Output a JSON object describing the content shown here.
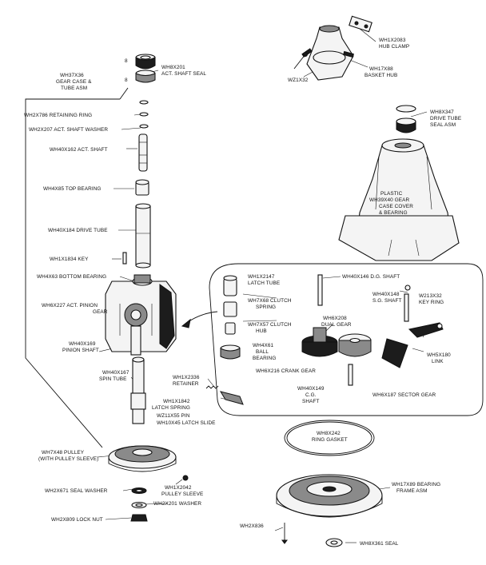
{
  "labels": {
    "gear_case": [
      "WH37X36",
      "GEAR CASE &",
      "TUBE ASM"
    ],
    "act_shaft_seal": [
      "WH8X201",
      "ACT. SHAFT SEAL"
    ],
    "retaining_ring": "WH2X786 RETAINING RING",
    "act_shaft_washer": "WH2X207 ACT. SHAFT WASHER",
    "act_shaft": "WH40X162 ACT. SHAFT",
    "top_bearing": "WH4X85 TOP BEARING",
    "drive_tube": "WH40X184 DRIVE TUBE",
    "key": "WH1X1834 KEY",
    "bottom_bearing": "WH4X63 BOTTOM BEARING",
    "act_pinion_gear": [
      "WH6X227 ACT. PINION",
      "GEAR"
    ],
    "pinion_shaft": [
      "WH40X169",
      "PINION SHAFT"
    ],
    "spin_tube": [
      "WH40X167",
      "SPIN TUBE"
    ],
    "pulley": [
      "WH7X48 PULLEY",
      "(WITH PULLEY SLEEVE)"
    ],
    "seal_washer": "WH2X671 SEAL WASHER",
    "lock_nut": "WH2X809 LOCK NUT",
    "pulley_sleeve": [
      "WH1X2042",
      "PULLEY SLEEVE"
    ],
    "washer_201": "WH2X201 WASHER",
    "hub_clamp": [
      "WH1X2083",
      "HUB CLAMP"
    ],
    "basket_hub": [
      "WH17X88",
      "BASKET HUB"
    ],
    "wz1x32": "WZ1X32",
    "drive_tube_seal": [
      "WH8X347",
      "DRIVE TUBE",
      "SEAL ASM"
    ],
    "gear_case_cover": [
      "PLASTIC",
      "WH39X40 GEAR",
      "CASE COVER",
      "& BEARING"
    ],
    "latch_tube": [
      "WH1X2147",
      "LATCH TUBE"
    ],
    "clutch_spring": [
      "WH7X68 CLUTCH",
      "SPRING"
    ],
    "clutch_hub": [
      "WH7X57 CLUTCH",
      "HUB"
    ],
    "ball_bearing": [
      "WH4X61",
      "BALL",
      "BEARING"
    ],
    "dg_shaft": "WH40X146 D.G. SHAFT",
    "sg_shaft": [
      "WH40X148",
      "S.G. SHAFT"
    ],
    "key_ring": [
      "W213X32",
      "KEY RING"
    ],
    "dual_gear": [
      "WH6X208",
      "DUAL GEAR"
    ],
    "crank_gear": "WH6X216 CRANK GEAR",
    "link": [
      "WH5X180",
      "LINK"
    ],
    "cg_shaft": [
      "WH40X149",
      "C.G.",
      "SHAFT"
    ],
    "sector_gear": "WH6X187 SECTOR GEAR",
    "retainer": [
      "WH1X2336",
      "RETAINER"
    ],
    "latch_spring": [
      "WH1X1842",
      "LATCH SPRING"
    ],
    "pin": "WZ11X55 PIN",
    "latch_slide": "WH10X45 LATCH SLIDE",
    "ring_gasket": [
      "WH8X242",
      "RING GASKET"
    ],
    "bearing_frame": [
      "WH17X89 BEARING",
      "FRAME ASM"
    ],
    "wh2x836": "WH2X836",
    "seal_361": "WH8X361 SEAL",
    "callout_8a": "8",
    "callout_8b": "8"
  }
}
